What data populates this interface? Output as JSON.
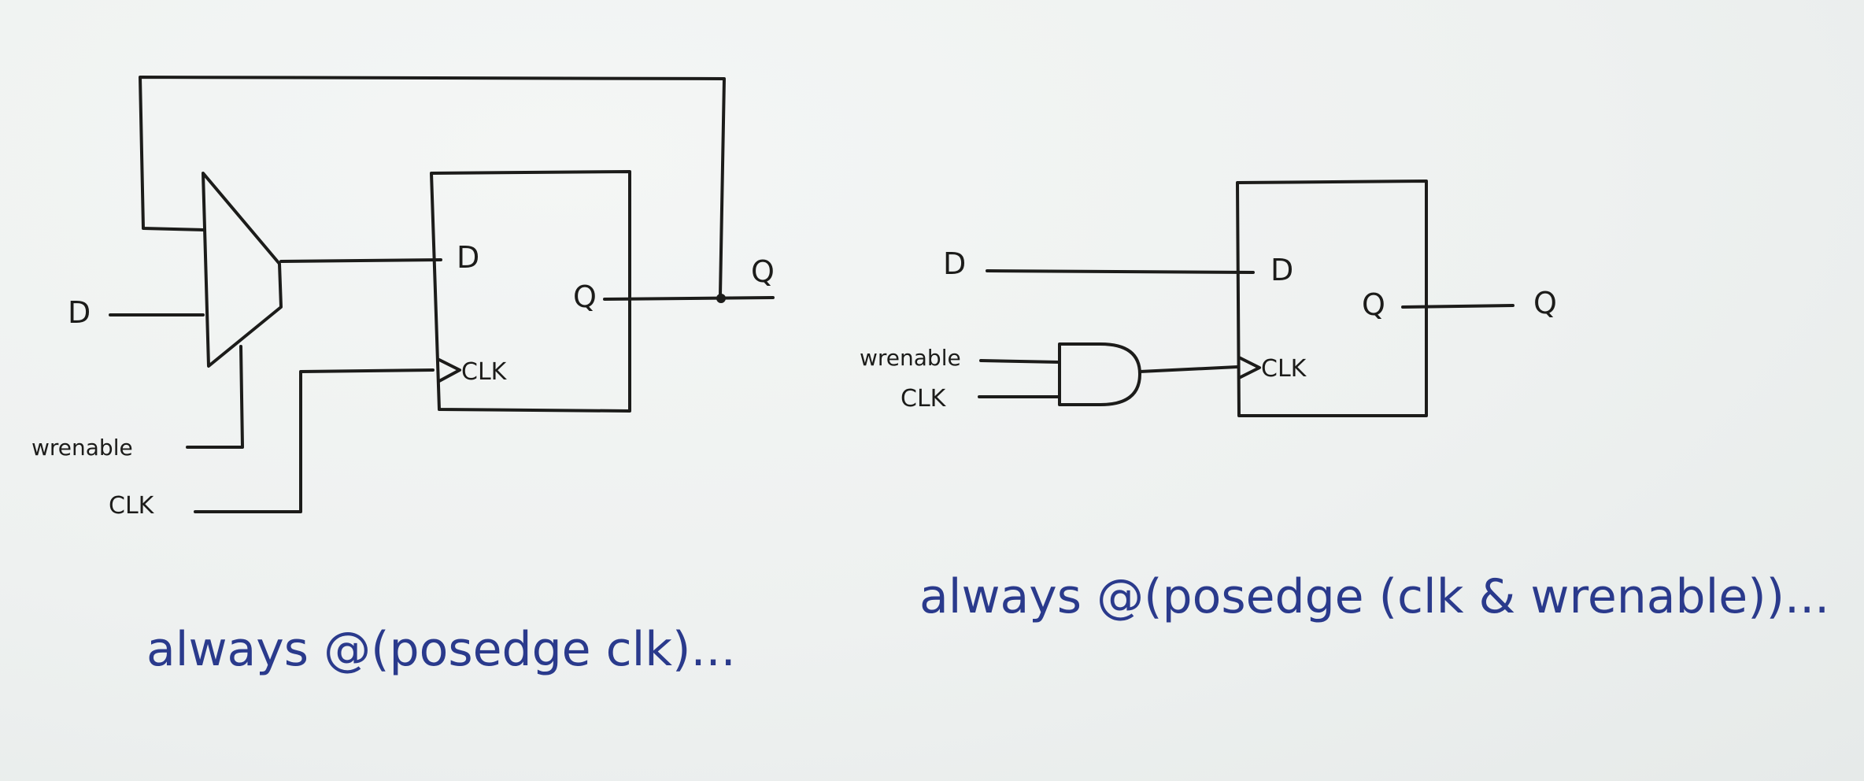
{
  "left_circuit": {
    "input_d": "D",
    "input_enable": "wrenable",
    "input_clk": "CLK",
    "ff_d": "D",
    "ff_q": "Q",
    "ff_clk": "CLK",
    "output_q": "Q",
    "code": "always @(posedge clk)..."
  },
  "right_circuit": {
    "input_d": "D",
    "input_enable": "wrenable",
    "input_clk": "CLK",
    "ff_d": "D",
    "ff_q": "Q",
    "ff_clk": "CLK",
    "output_q": "Q",
    "code": "always @(posedge (clk & wrenable))..."
  },
  "colors": {
    "ink": "#1c1c1a",
    "pen": "#2a3a8c",
    "paper": "#eef1f0"
  }
}
